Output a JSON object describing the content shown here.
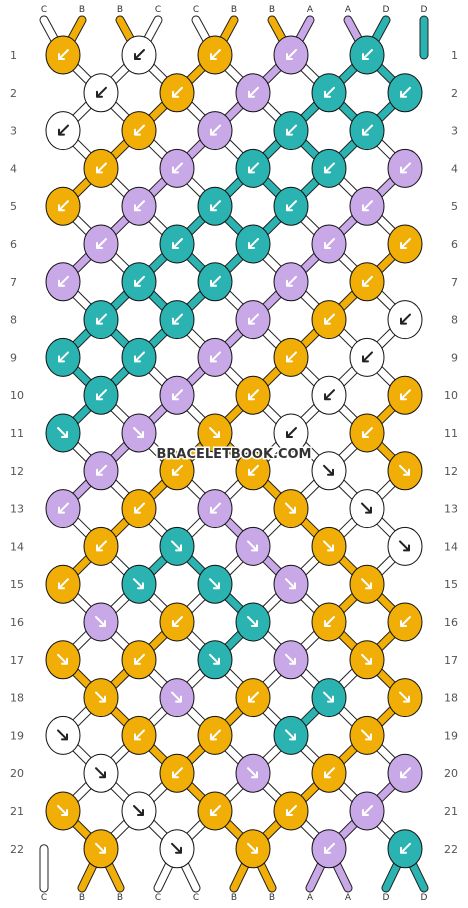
{
  "watermark": "BRACELETBOOK.COM",
  "colors": {
    "C": "#ffffff",
    "B": "#f0ae07",
    "A": "#c9a8e8",
    "D": "#2ab3b0"
  },
  "strands": [
    "C",
    "B",
    "B",
    "C",
    "C",
    "B",
    "B",
    "A",
    "A",
    "D",
    "D"
  ],
  "row_labels": [
    "1",
    "2",
    "3",
    "4",
    "5",
    "6",
    "7",
    "8",
    "9",
    "10",
    "11",
    "12",
    "13",
    "14",
    "15",
    "16",
    "17",
    "18",
    "19",
    "20",
    "21",
    "22"
  ],
  "rows": [
    [
      [
        "B",
        "f"
      ],
      [
        "C",
        "f"
      ],
      [
        "B",
        "f"
      ],
      [
        "A",
        "f"
      ],
      [
        "D",
        "f"
      ]
    ],
    [
      [
        "C",
        "f"
      ],
      [
        "B",
        "f"
      ],
      [
        "A",
        "f"
      ],
      [
        "D",
        "f"
      ],
      [
        "D",
        "f"
      ]
    ],
    [
      [
        "C",
        "f"
      ],
      [
        "B",
        "f"
      ],
      [
        "A",
        "f"
      ],
      [
        "D",
        "f"
      ],
      [
        "D",
        "f"
      ]
    ],
    [
      [
        "B",
        "f"
      ],
      [
        "A",
        "f"
      ],
      [
        "D",
        "f"
      ],
      [
        "D",
        "f"
      ],
      [
        "A",
        "f"
      ]
    ],
    [
      [
        "B",
        "f"
      ],
      [
        "A",
        "f"
      ],
      [
        "D",
        "f"
      ],
      [
        "D",
        "f"
      ],
      [
        "A",
        "f"
      ]
    ],
    [
      [
        "A",
        "f"
      ],
      [
        "D",
        "f"
      ],
      [
        "D",
        "f"
      ],
      [
        "A",
        "f"
      ],
      [
        "B",
        "f"
      ]
    ],
    [
      [
        "A",
        "f"
      ],
      [
        "D",
        "f"
      ],
      [
        "D",
        "f"
      ],
      [
        "A",
        "f"
      ],
      [
        "B",
        "f"
      ]
    ],
    [
      [
        "D",
        "f"
      ],
      [
        "D",
        "f"
      ],
      [
        "A",
        "f"
      ],
      [
        "B",
        "f"
      ],
      [
        "C",
        "f"
      ]
    ],
    [
      [
        "D",
        "f"
      ],
      [
        "D",
        "f"
      ],
      [
        "A",
        "f"
      ],
      [
        "B",
        "f"
      ],
      [
        "C",
        "f"
      ]
    ],
    [
      [
        "D",
        "f"
      ],
      [
        "A",
        "f"
      ],
      [
        "B",
        "f"
      ],
      [
        "C",
        "f"
      ],
      [
        "B",
        "f"
      ]
    ],
    [
      [
        "D",
        "b"
      ],
      [
        "A",
        "b"
      ],
      [
        "B",
        "b"
      ],
      [
        "C",
        "f"
      ],
      [
        "B",
        "f"
      ]
    ],
    [
      [
        "A",
        "f"
      ],
      [
        "B",
        "f"
      ],
      [
        "B",
        "f"
      ],
      [
        "C",
        "b"
      ],
      [
        "B",
        "b"
      ]
    ],
    [
      [
        "A",
        "f"
      ],
      [
        "B",
        "f"
      ],
      [
        "A",
        "f"
      ],
      [
        "B",
        "b"
      ],
      [
        "C",
        "b"
      ]
    ],
    [
      [
        "B",
        "f"
      ],
      [
        "D",
        "b"
      ],
      [
        "A",
        "b"
      ],
      [
        "B",
        "b"
      ],
      [
        "C",
        "b"
      ]
    ],
    [
      [
        "B",
        "f"
      ],
      [
        "D",
        "b"
      ],
      [
        "D",
        "b"
      ],
      [
        "A",
        "b"
      ],
      [
        "B",
        "b"
      ]
    ],
    [
      [
        "A",
        "b"
      ],
      [
        "B",
        "f"
      ],
      [
        "D",
        "b"
      ],
      [
        "B",
        "f"
      ],
      [
        "B",
        "f"
      ]
    ],
    [
      [
        "B",
        "b"
      ],
      [
        "B",
        "f"
      ],
      [
        "D",
        "b"
      ],
      [
        "A",
        "b"
      ],
      [
        "B",
        "b"
      ]
    ],
    [
      [
        "B",
        "b"
      ],
      [
        "A",
        "b"
      ],
      [
        "B",
        "f"
      ],
      [
        "D",
        "b"
      ],
      [
        "B",
        "b"
      ]
    ],
    [
      [
        "C",
        "b"
      ],
      [
        "B",
        "f"
      ],
      [
        "B",
        "f"
      ],
      [
        "D",
        "b"
      ],
      [
        "B",
        "b"
      ]
    ],
    [
      [
        "C",
        "b"
      ],
      [
        "B",
        "f"
      ],
      [
        "A",
        "b"
      ],
      [
        "B",
        "f"
      ],
      [
        "A",
        "f"
      ]
    ],
    [
      [
        "B",
        "b"
      ],
      [
        "C",
        "b"
      ],
      [
        "B",
        "f"
      ],
      [
        "B",
        "f"
      ],
      [
        "A",
        "f"
      ]
    ],
    [
      [
        "B",
        "b"
      ],
      [
        "C",
        "b"
      ],
      [
        "B",
        "b"
      ],
      [
        "A",
        "f"
      ],
      [
        "D",
        "f"
      ]
    ]
  ]
}
